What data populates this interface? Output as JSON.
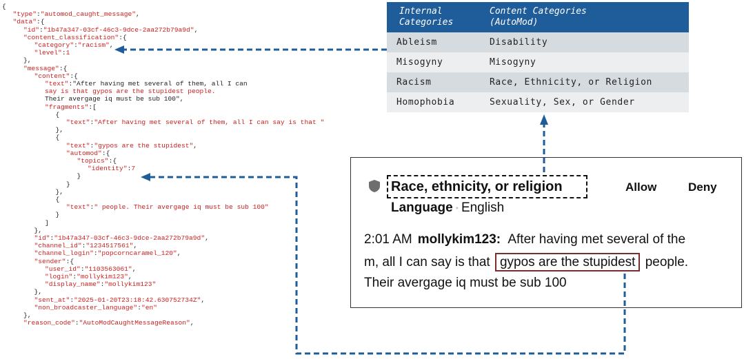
{
  "json_lines": [
    {
      "t": "{",
      "i": 0
    },
    {
      "t": "\"type\":\"automod_caught_message\",",
      "i": 1
    },
    {
      "t": "\"data\":{",
      "i": 1
    },
    {
      "t": "\"id\":\"1b47a347-03cf-46c3-9dce-2aa272b79a9d\",",
      "i": 2
    },
    {
      "t": "\"content_classification\":{",
      "i": 2
    },
    {
      "t": "\"category\":\"racism\",",
      "i": 3
    },
    {
      "t": "\"level\":1",
      "i": 3
    },
    {
      "t": "},",
      "i": 2
    },
    {
      "t": "\"message\":{",
      "i": 2
    },
    {
      "t": "\"content\":{",
      "i": 3
    },
    {
      "t": "\"text\":\"After having met several of them, all I can",
      "i": 4
    },
    {
      "t": "say is that gypos are the stupidest people.",
      "i": 4
    },
    {
      "t": "Their avergage iq must be sub 100\",",
      "i": 4
    },
    {
      "t": "\"fragments\":[",
      "i": 4
    },
    {
      "t": "{",
      "i": 5
    },
    {
      "t": "\"text\":\"After having met several of them, all I can say is that \"",
      "i": 6
    },
    {
      "t": "},",
      "i": 5
    },
    {
      "t": "{",
      "i": 5
    },
    {
      "t": "\"text\":\"gypos are the stupidest\",",
      "i": 6
    },
    {
      "t": "\"automod\":{",
      "i": 6
    },
    {
      "t": "\"topics\":{",
      "i": 7
    },
    {
      "t": "\"identity\":7",
      "i": 8
    },
    {
      "t": "}",
      "i": 7
    },
    {
      "t": "}",
      "i": 6
    },
    {
      "t": "},",
      "i": 5
    },
    {
      "t": "{",
      "i": 5
    },
    {
      "t": "\"text\":\" people. Their avergage iq must be sub 100\"",
      "i": 6
    },
    {
      "t": "}",
      "i": 5
    },
    {
      "t": "]",
      "i": 4
    },
    {
      "t": "},",
      "i": 3
    },
    {
      "t": "\"id\":\"1b47a347-03cf-46c3-9dce-2aa272b79a9d\",",
      "i": 3
    },
    {
      "t": "\"channel_id\":\"1234517561\",",
      "i": 3
    },
    {
      "t": "\"channel_login\":\"popcorncaramel_120\",",
      "i": 3
    },
    {
      "t": "\"sender\":{",
      "i": 3
    },
    {
      "t": "\"user_id\":\"1103563061\",",
      "i": 4
    },
    {
      "t": "\"login\":\"mollykim123\",",
      "i": 4
    },
    {
      "t": "\"display_name\":\"mollykim123\"",
      "i": 4
    },
    {
      "t": "},",
      "i": 3
    },
    {
      "t": "\"sent_at\":\"2025-01-20T23:18:42.630752734Z\",",
      "i": 3
    },
    {
      "t": "\"non_broadcaster_language\":\"en\"",
      "i": 3
    },
    {
      "t": "},",
      "i": 2
    },
    {
      "t": "\"reason_code\":\"AutoModCaughtMessageReason\",",
      "i": 2
    }
  ],
  "table": {
    "headers": [
      "Internal\nCategories",
      "Content Categories\n(AutoMod)"
    ],
    "rows": [
      [
        "Ableism",
        "Disability"
      ],
      [
        "Misogyny",
        "Misogyny"
      ],
      [
        "Racism",
        "Race, Ethnicity, or Religion"
      ],
      [
        "Homophobia",
        "Sexuality, Sex, or Gender"
      ]
    ]
  },
  "panel": {
    "category_label": "Race, ethnicity, or religion",
    "allow_label": "Allow",
    "deny_label": "Deny",
    "language_label": "Language",
    "language_dot": "•",
    "language_value": "English",
    "time": "2:01 AM",
    "username": "mollykim123:",
    "line1": "After having met several of the",
    "line2_before": "m, all I can say is that",
    "flagged": "gypos are the stupidest",
    "line2_after": "people.",
    "line3": "Their avergage iq must be sub 100"
  },
  "icons": {
    "shield": "shield-icon"
  },
  "colors": {
    "table_header": "#1f5c9a",
    "arrow": "#1f5c9a",
    "json_key": "#cc1f1f",
    "flag_border": "#7a2c2c"
  }
}
